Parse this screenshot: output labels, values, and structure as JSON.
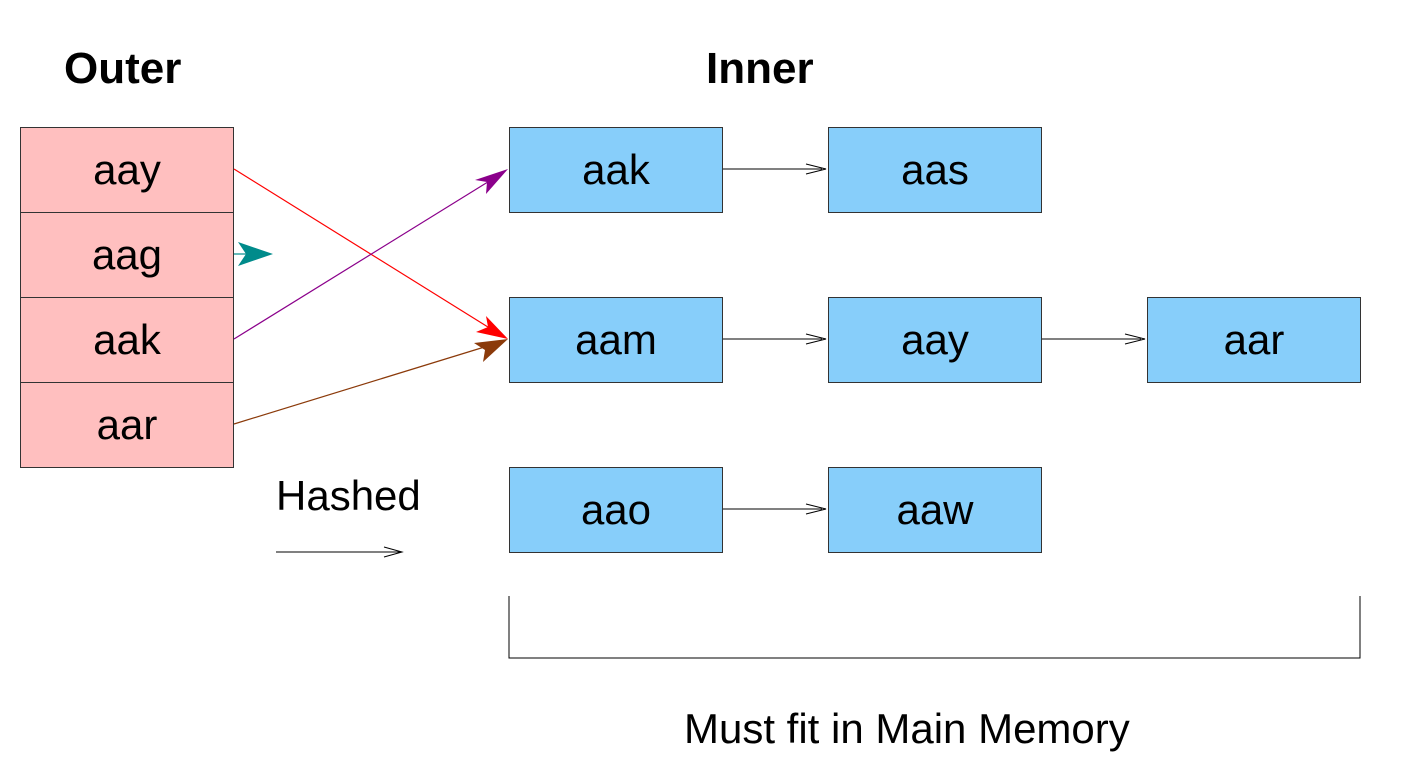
{
  "titles": {
    "outer": "Outer",
    "inner": "Inner"
  },
  "outer_table": [
    "aay",
    "aag",
    "aak",
    "aar"
  ],
  "inner_buckets": [
    [
      "aak",
      "aas"
    ],
    [
      "aam",
      "aay",
      "aar"
    ],
    [
      "aao",
      "aaw"
    ]
  ],
  "legend": {
    "hashed": "Hashed"
  },
  "bracket_caption": "Must fit in Main Memory",
  "colors": {
    "outer_fill": "#ffbfbf",
    "inner_fill": "#87cefa",
    "arrow_aay": "#ff0000",
    "arrow_aag": "#008b8b",
    "arrow_aak": "#8b008b",
    "arrow_aar": "#8b3a0a"
  }
}
